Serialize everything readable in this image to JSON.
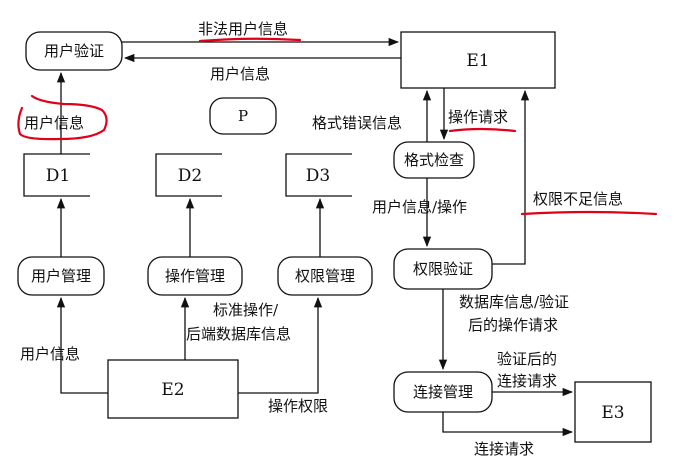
{
  "nodes": {
    "user_verify": "用户验证",
    "e1": "E1",
    "p": "P",
    "format_check": "格式检查",
    "perm_verify": "权限验证",
    "conn_mgmt": "连接管理",
    "e3": "E3",
    "d1": "D1",
    "d2": "D2",
    "d3": "D3",
    "user_mgmt": "用户管理",
    "op_mgmt": "操作管理",
    "perm_mgmt": "权限管理",
    "e2": "E2"
  },
  "labels": {
    "illegal_user_info": "非法用户信息",
    "user_info_top": "用户信息",
    "user_info_marked": "用户信息",
    "format_error_info": "格式错误信息",
    "op_request": "操作请求",
    "user_info_op": "用户信息/操作",
    "insufficient_perm": "权限不足信息",
    "db_info_line1": "数据库信息/验证",
    "db_info_line2": "后的操作请求",
    "verified_conn_line1": "验证后的",
    "verified_conn_line2": "连接请求",
    "conn_request": "连接请求",
    "user_info_left": "用户信息",
    "std_op_line1": "标准操作/",
    "std_op_line2": "后端数据库信息",
    "op_perm": "操作权限"
  },
  "colors": {
    "ink": "#111111",
    "annotation": "#e0001a"
  }
}
